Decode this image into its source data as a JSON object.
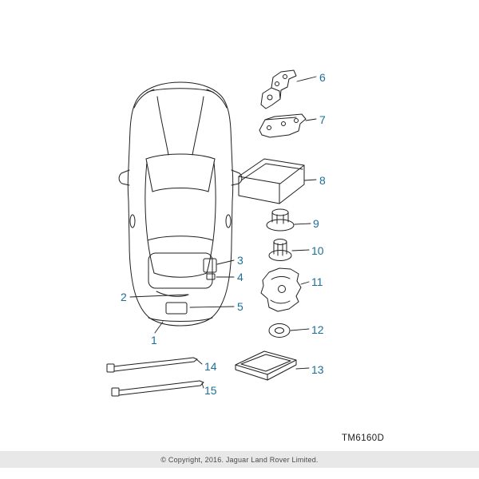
{
  "colors": {
    "callout_text": "#1d6f99",
    "line_art": "#1f1f1f",
    "footer_background": "#e8e8e8",
    "footer_text": "#4a4a4a"
  },
  "diagram": {
    "code": "TM6160D",
    "callouts": [
      {
        "label": "1"
      },
      {
        "label": "2"
      },
      {
        "label": "3"
      },
      {
        "label": "4"
      },
      {
        "label": "5"
      },
      {
        "label": "6"
      },
      {
        "label": "7"
      },
      {
        "label": "8"
      },
      {
        "label": "9"
      },
      {
        "label": "10"
      },
      {
        "label": "11"
      },
      {
        "label": "12"
      },
      {
        "label": "13"
      },
      {
        "label": "14"
      },
      {
        "label": "15"
      }
    ]
  },
  "footer": {
    "copyright": "© Copyright, 2016. Jaguar Land Rover Limited."
  }
}
